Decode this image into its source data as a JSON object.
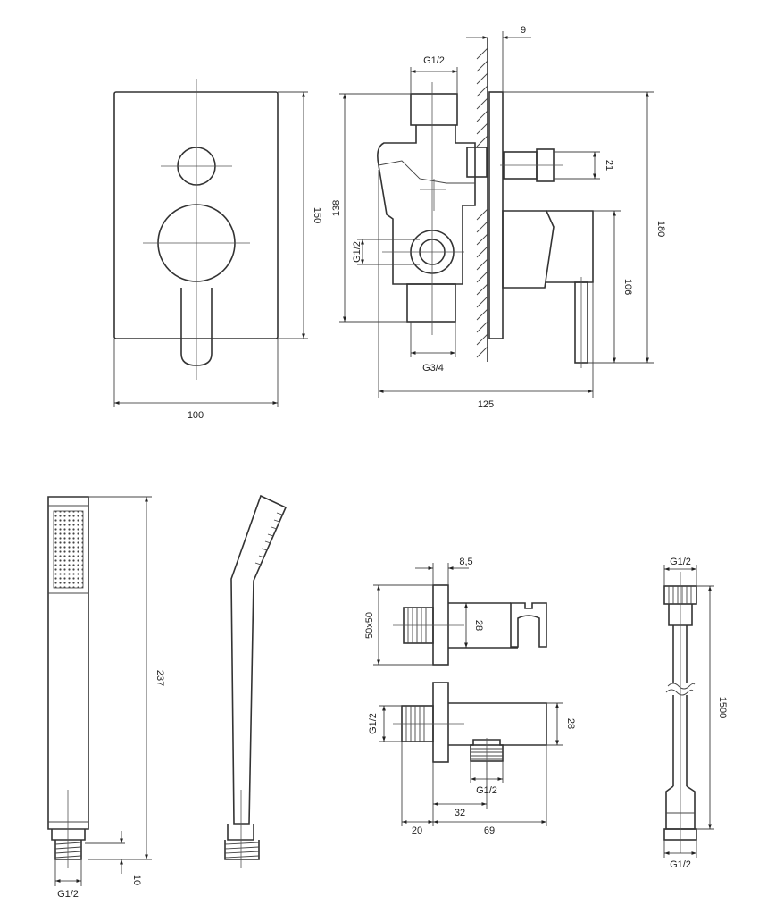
{
  "labels": {
    "cover_height": "150",
    "cover_width": "100",
    "wall_offset": "9",
    "inlet_top": "G1/2",
    "body_height": "138",
    "side_port": "G1/2",
    "outlet_bottom": "G3/4",
    "button_dia": "21",
    "total_height": "180",
    "lever_height": "106",
    "depth": "125",
    "handshower_length": "237",
    "handshower_thread": "G1/2",
    "handshower_thread_len": "10",
    "flange_thickness": "8,5",
    "flange_size": "50x50",
    "holder_dia": "28",
    "elbow_dia": "28",
    "elbow_inlet": "G1/2",
    "elbow_outlet": "G1/2",
    "elbow_offset": "32",
    "elbow_thread_len": "20",
    "elbow_length": "69",
    "hose_top": "G1/2",
    "hose_length": "1500",
    "hose_bottom": "G1/2"
  }
}
